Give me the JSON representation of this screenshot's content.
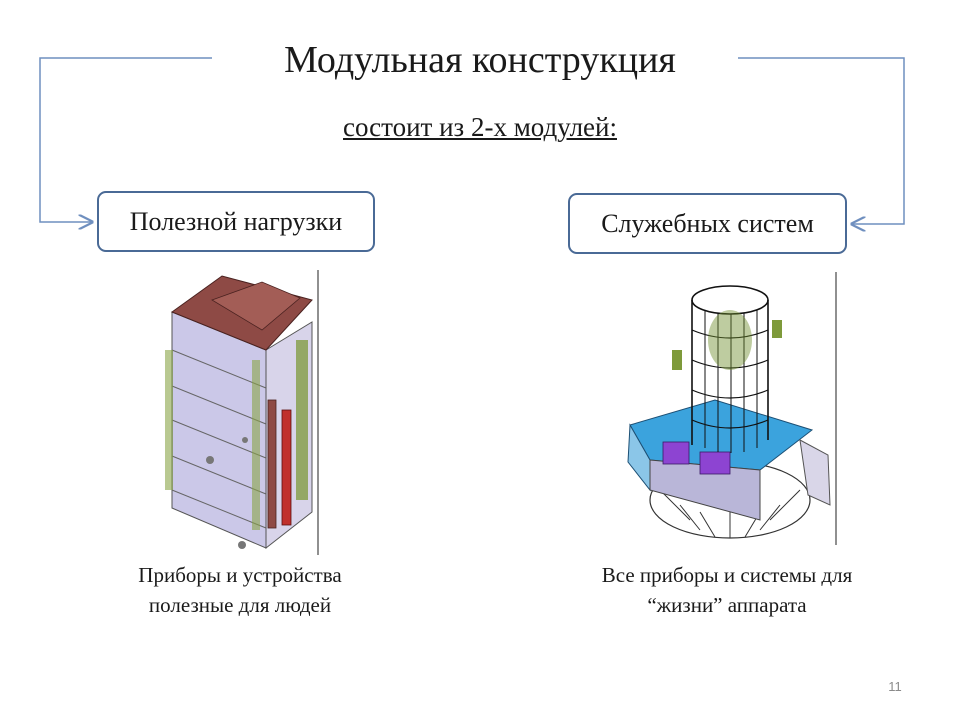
{
  "title": "Модульная конструкция",
  "subtitle": "состоит из 2-х модулей:",
  "modules": [
    {
      "label": "Полезной нагрузки",
      "caption_line1": "Приборы и устройства",
      "caption_line2": "полезные для людей",
      "illustration": "payload-module-3d-model"
    },
    {
      "label": "Служебных систем",
      "caption_line1": "Все приборы и системы для",
      "caption_line2": "“жизни” аппарата",
      "illustration": "service-module-3d-model"
    }
  ],
  "page_number": "11",
  "colors": {
    "box_border": "#4a6a96",
    "connector_arrow": "#6f8fbf",
    "payload_top": "#8e4a45",
    "payload_panels": "#c9c6e6",
    "service_base": "#3ba3dd",
    "service_accent": "#8d44d2"
  }
}
